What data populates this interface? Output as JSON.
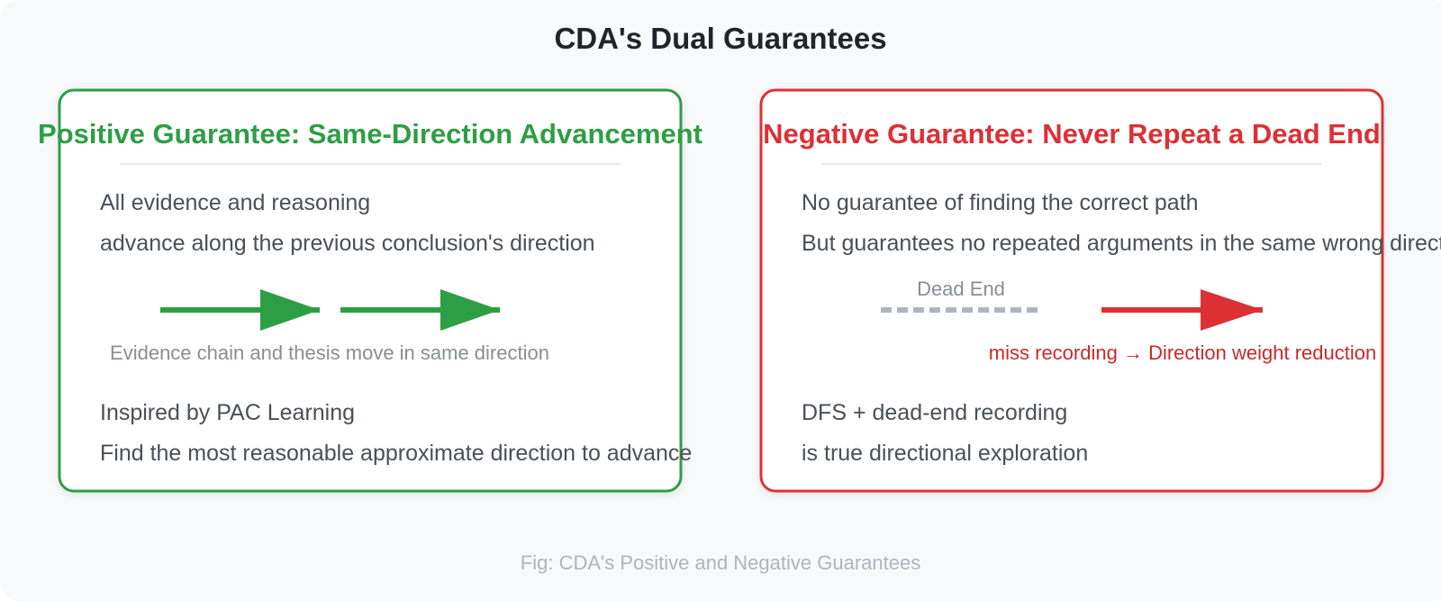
{
  "figure": {
    "title": "CDA's Dual Guarantees",
    "caption": "Fig: CDA's Positive and Negative Guarantees",
    "colors": {
      "background": "#f8f9fb",
      "positive": "#2e9e44",
      "negative": "#dc3035",
      "body_text": "#495057",
      "muted_text": "#868e96",
      "dead_end": "#adb5bd",
      "divider": "#e9ecef"
    }
  },
  "positive": {
    "heading": "Positive Guarantee: Same-Direction Advancement",
    "lines": [
      "All evidence and reasoning",
      "advance along the previous conclusion's direction"
    ],
    "arrow_note": "Evidence chain and thesis move in same direction",
    "footer_lines": [
      "Inspired by PAC Learning",
      "Find the most reasonable approximate direction to advance"
    ]
  },
  "negative": {
    "heading": "Negative Guarantee: Never Repeat a Dead End",
    "lines": [
      "No guarantee of finding the correct path",
      "But guarantees no repeated arguments in the same wrong direction"
    ],
    "dead_end_label": "Dead End",
    "arrow_note": "miss recording → Direction weight reduction",
    "footer_lines": [
      "DFS + dead-end recording",
      "is true directional exploration"
    ]
  }
}
